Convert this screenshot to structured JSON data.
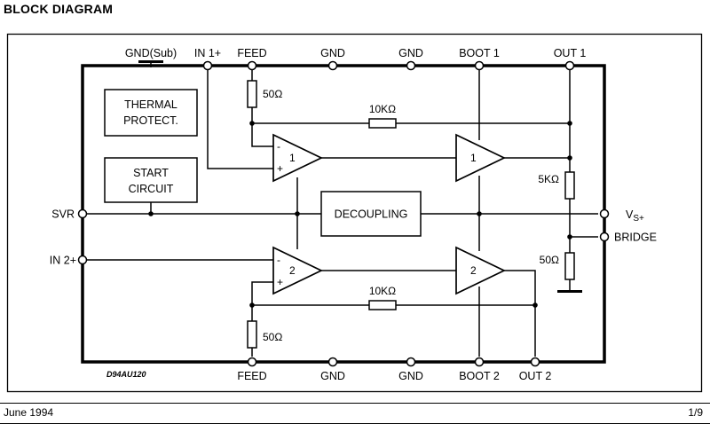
{
  "title": "BLOCK DIAGRAM",
  "footer": {
    "date": "June 1994",
    "page": "1/9"
  },
  "diagram_id": "D94AU120",
  "pins": {
    "gnd_sub": "GND(Sub)",
    "in1": "IN 1+",
    "feed_top": "FEED",
    "gnd_top_1": "GND",
    "gnd_top_2": "GND",
    "boot1": "BOOT 1",
    "out1": "OUT 1",
    "svr": "SVR",
    "in2": "IN 2+",
    "vs_main": "V",
    "vs_sub": "S+",
    "bridge": "BRIDGE",
    "feed_bottom": "FEED",
    "gnd_bottom_1": "GND",
    "gnd_bottom_2": "GND",
    "boot2": "BOOT 2",
    "out2": "OUT 2"
  },
  "blocks": {
    "thermal": [
      "THERMAL",
      "PROTECT."
    ],
    "start": [
      "START",
      "CIRCUIT"
    ],
    "decoupling": "DECOUPLING"
  },
  "components": {
    "r_feed_top": "50Ω",
    "r_fb_top": "10KΩ",
    "r_5k": "5KΩ",
    "r_50_right": "50Ω",
    "r_fb_bottom": "10KΩ",
    "r_feed_bottom": "50Ω"
  },
  "amplifiers": {
    "preamp1": "1",
    "poweramp1": "1",
    "preamp2": "2",
    "poweramp2": "2",
    "minus": "-",
    "plus": "+"
  }
}
